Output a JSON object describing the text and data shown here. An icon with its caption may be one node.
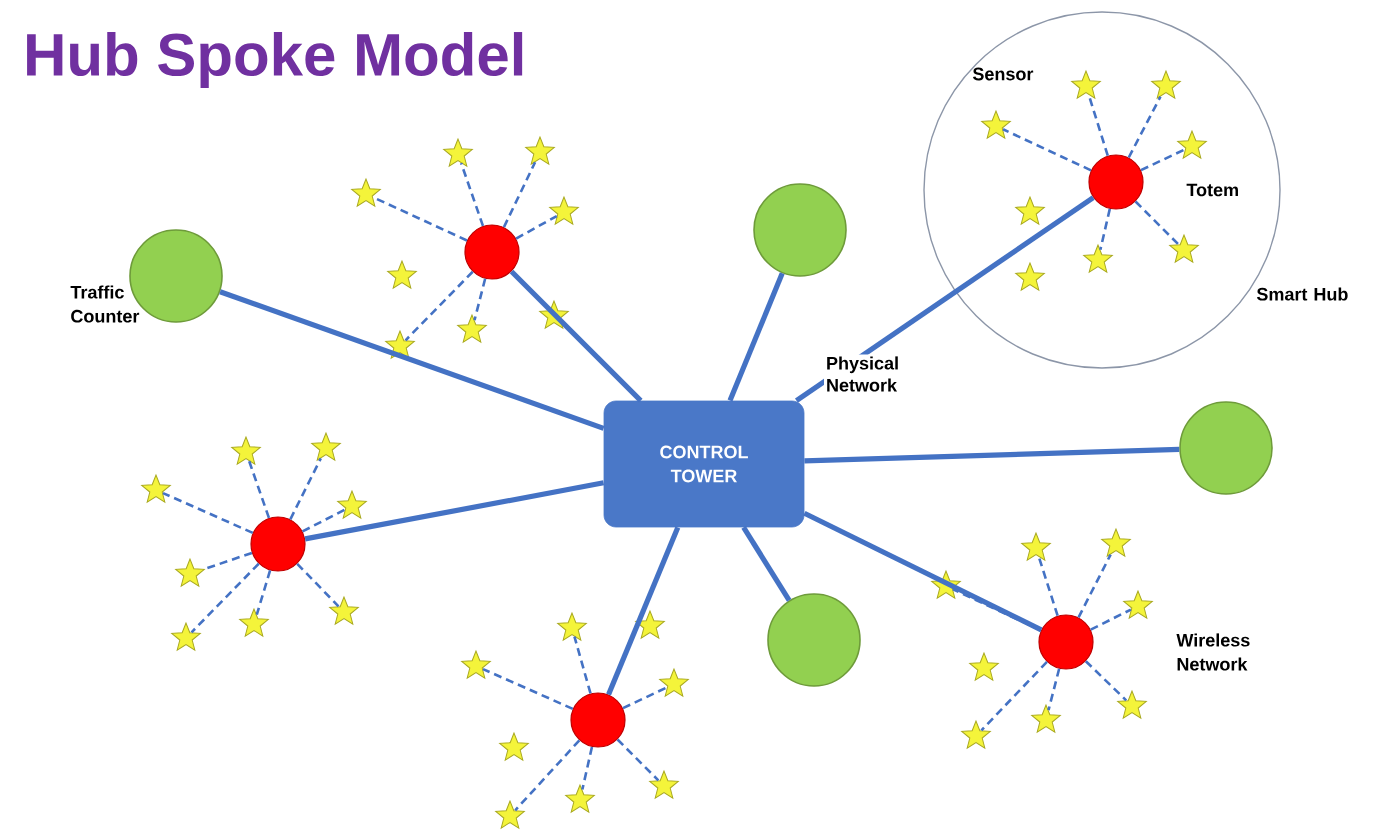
{
  "diagram": {
    "title": "Hub Spoke Model",
    "nodes": [
      {
        "text": [
          "CONTROL TOWER"
        ]
      },
      {
        "text": [],
        "shape": "circle",
        "beside": [
          "Traffic Counter"
        ]
      },
      {
        "text": [],
        "shape": "circle"
      },
      {
        "text": [],
        "shape": "circle"
      },
      {
        "text": [],
        "shape": "circle"
      },
      {
        "text": [],
        "shape": "circle",
        "beside": [
          "Smart Hub"
        ]
      },
      {
        "text": [],
        "shape": "circle",
        "in": 5
      },
      {
        "text": [],
        "shape": "circle"
      },
      {
        "text": [],
        "shape": "circle"
      },
      {
        "text": [],
        "shape": "circle"
      },
      {
        "text": [],
        "shape": "circle"
      },
      {
        "text": [],
        "shape": "star",
        "in": 5
      },
      {
        "text": [],
        "shape": "star",
        "in": 5
      },
      {
        "text": [],
        "shape": "star",
        "in": 5
      },
      {
        "text": [],
        "shape": "star",
        "in": 5
      },
      {
        "text": [],
        "shape": "star",
        "in": 5
      },
      {
        "text": [],
        "shape": "star",
        "in": 5
      },
      {
        "text": [],
        "shape": "star",
        "in": 5
      },
      {
        "text": [],
        "shape": "star",
        "in": 5
      },
      {
        "text": [],
        "shape": "star"
      },
      {
        "text": [],
        "shape": "star"
      },
      {
        "text": [],
        "shape": "star"
      },
      {
        "text": [],
        "shape": "star"
      },
      {
        "text": [],
        "shape": "star"
      },
      {
        "text": [],
        "shape": "star"
      },
      {
        "text": [],
        "shape": "star"
      },
      {
        "text": [],
        "shape": "star"
      },
      {
        "text": [],
        "shape": "star"
      },
      {
        "text": [],
        "shape": "star"
      },
      {
        "text": [],
        "shape": "star"
      },
      {
        "text": [],
        "shape": "star"
      },
      {
        "text": [],
        "shape": "star"
      },
      {
        "text": [],
        "shape": "star"
      },
      {
        "text": [],
        "shape": "star"
      },
      {
        "text": [],
        "shape": "star"
      },
      {
        "text": [],
        "shape": "star"
      },
      {
        "text": [],
        "shape": "star"
      },
      {
        "text": [],
        "shape": "star"
      },
      {
        "text": [],
        "shape": "star"
      },
      {
        "text": [],
        "shape": "star"
      },
      {
        "text": [],
        "shape": "star"
      },
      {
        "text": [],
        "shape": "star"
      },
      {
        "text": [],
        "shape": "star"
      },
      {
        "text": [],
        "shape": "star"
      },
      {
        "text": [],
        "shape": "star"
      },
      {
        "text": [],
        "shape": "star"
      },
      {
        "text": [],
        "shape": "star"
      },
      {
        "text": [],
        "shape": "star"
      },
      {
        "text": [],
        "shape": "star"
      },
      {
        "text": [],
        "shape": "star"
      },
      {
        "text": [],
        "shape": "star"
      }
    ],
    "edges": [
      {
        "from": 0,
        "to": 1,
        "arrow": "none"
      },
      {
        "from": 0,
        "to": 7,
        "arrow": "none"
      },
      {
        "from": 0,
        "to": 2,
        "arrow": "none"
      },
      {
        "from": 0,
        "to": 6,
        "arrow": "none",
        "label": "Physical Network"
      },
      {
        "from": 0,
        "to": 3,
        "arrow": "none"
      },
      {
        "from": 0,
        "to": 10,
        "arrow": "none"
      },
      {
        "from": 0,
        "to": 4,
        "arrow": "none"
      },
      {
        "from": 0,
        "to": 9,
        "arrow": "none"
      },
      {
        "from": 0,
        "to": 8,
        "arrow": "none"
      },
      {
        "from": 6,
        "to": 11,
        "arrow": "none",
        "style": "dashed"
      },
      {
        "from": 6,
        "to": 12,
        "arrow": "none",
        "style": "dashed"
      },
      {
        "from": 6,
        "to": 13,
        "arrow": "none",
        "style": "dashed"
      },
      {
        "from": 6,
        "to": 14,
        "arrow": "none",
        "style": "dashed"
      },
      {
        "from": 6,
        "to": 16,
        "arrow": "none",
        "style": "dashed"
      },
      {
        "from": 6,
        "to": 17,
        "arrow": "none",
        "style": "dashed"
      },
      {
        "from": 7,
        "to": 19,
        "arrow": "none",
        "style": "dashed"
      },
      {
        "from": 7,
        "to": 20,
        "arrow": "none",
        "style": "dashed"
      },
      {
        "from": 7,
        "to": 21,
        "arrow": "none",
        "style": "dashed"
      },
      {
        "from": 7,
        "to": 22,
        "arrow": "none",
        "style": "dashed"
      },
      {
        "from": 7,
        "to": 24,
        "arrow": "none",
        "style": "dashed"
      },
      {
        "from": 7,
        "to": 25,
        "arrow": "none",
        "style": "dashed"
      },
      {
        "from": 8,
        "to": 27,
        "arrow": "none",
        "style": "dashed"
      },
      {
        "from": 8,
        "to": 28,
        "arrow": "none",
        "style": "dashed"
      },
      {
        "from": 8,
        "to": 29,
        "arrow": "none",
        "style": "dashed"
      },
      {
        "from": 8,
        "to": 30,
        "arrow": "none",
        "style": "dashed"
      },
      {
        "from": 8,
        "to": 31,
        "arrow": "none",
        "style": "dashed"
      },
      {
        "from": 8,
        "to": 32,
        "arrow": "none",
        "style": "dashed"
      },
      {
        "from": 8,
        "to": 33,
        "arrow": "none",
        "style": "dashed"
      },
      {
        "from": 8,
        "to": 34,
        "arrow": "none",
        "style": "dashed"
      },
      {
        "from": 9,
        "to": 35,
        "arrow": "none",
        "style": "dashed"
      },
      {
        "from": 9,
        "to": 37,
        "arrow": "none",
        "style": "dashed"
      },
      {
        "from": 9,
        "to": 38,
        "arrow": "none",
        "style": "dashed"
      },
      {
        "from": 9,
        "to": 40,
        "arrow": "none",
        "style": "dashed"
      },
      {
        "from": 9,
        "to": 41,
        "arrow": "none",
        "style": "dashed"
      },
      {
        "from": 9,
        "to": 42,
        "arrow": "none",
        "style": "dashed"
      },
      {
        "from": 10,
        "to": 43,
        "arrow": "none",
        "style": "dashed"
      },
      {
        "from": 10,
        "to": 44,
        "arrow": "none",
        "style": "dashed"
      },
      {
        "from": 10,
        "to": 45,
        "arrow": "none",
        "style": "dashed"
      },
      {
        "from": 10,
        "to": 46,
        "arrow": "none",
        "style": "dashed"
      },
      {
        "from": 10,
        "to": 48,
        "arrow": "none",
        "style": "dashed"
      },
      {
        "from": 10,
        "to": 49,
        "arrow": "none",
        "style": "dashed"
      },
      {
        "from": 10,
        "to": 50,
        "arrow": "none",
        "style": "dashed"
      }
    ],
    "labels": [
      "Sensor",
      "Totem",
      "Wireless Network"
    ]
  }
}
